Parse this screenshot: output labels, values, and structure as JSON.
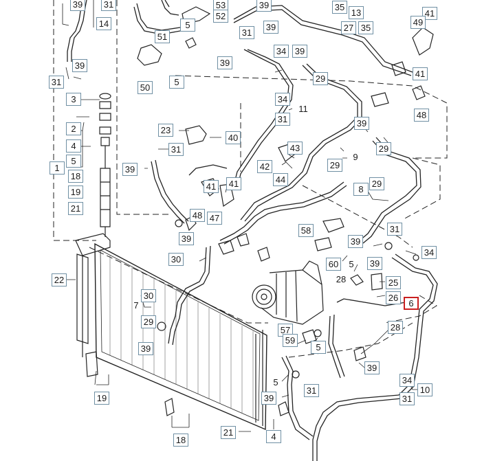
{
  "diagram": {
    "colors": {
      "line": "#222222",
      "callout_border": "#6f8fa3",
      "highlight": "#c91f1f"
    },
    "callouts": [
      {
        "id": "c1",
        "text": "39"
      },
      {
        "id": "c2",
        "text": "31"
      },
      {
        "id": "c3",
        "text": "14"
      },
      {
        "id": "c4",
        "text": "53"
      },
      {
        "id": "c5",
        "text": "52"
      },
      {
        "id": "c6",
        "text": "39"
      },
      {
        "id": "c7",
        "text": "39"
      },
      {
        "id": "c8",
        "text": "35"
      },
      {
        "id": "c9",
        "text": "13"
      },
      {
        "id": "c10",
        "text": "27"
      },
      {
        "id": "c11",
        "text": "35"
      },
      {
        "id": "c12",
        "text": "41"
      },
      {
        "id": "c13",
        "text": "49"
      },
      {
        "id": "c14",
        "text": "5"
      },
      {
        "id": "c15",
        "text": "51"
      },
      {
        "id": "c16",
        "text": "31"
      },
      {
        "id": "c17",
        "text": "34"
      },
      {
        "id": "c18",
        "text": "39"
      },
      {
        "id": "c19",
        "text": "39"
      },
      {
        "id": "c20",
        "text": "29"
      },
      {
        "id": "c21",
        "text": "41"
      },
      {
        "id": "c22",
        "text": "39"
      },
      {
        "id": "c23",
        "text": "31"
      },
      {
        "id": "c24",
        "text": "50"
      },
      {
        "id": "c25",
        "text": "5"
      },
      {
        "id": "c26",
        "text": "48"
      },
      {
        "id": "c27",
        "text": "3"
      },
      {
        "id": "c28",
        "text": "34"
      },
      {
        "id": "c29",
        "text": "11"
      },
      {
        "id": "c30",
        "text": "31"
      },
      {
        "id": "c31",
        "text": "2"
      },
      {
        "id": "c32",
        "text": "23"
      },
      {
        "id": "c33",
        "text": "40"
      },
      {
        "id": "c34",
        "text": "39"
      },
      {
        "id": "c35",
        "text": "29"
      },
      {
        "id": "c36",
        "text": "4"
      },
      {
        "id": "c37",
        "text": "31"
      },
      {
        "id": "c38",
        "text": "43"
      },
      {
        "id": "c39",
        "text": "5"
      },
      {
        "id": "c40",
        "text": "42"
      },
      {
        "id": "c41",
        "text": "9"
      },
      {
        "id": "c42",
        "text": "1"
      },
      {
        "id": "c43",
        "text": "39"
      },
      {
        "id": "c44",
        "text": "29"
      },
      {
        "id": "c45",
        "text": "18"
      },
      {
        "id": "c46",
        "text": "44"
      },
      {
        "id": "c47",
        "text": "41"
      },
      {
        "id": "c48",
        "text": "41"
      },
      {
        "id": "c49",
        "text": "29"
      },
      {
        "id": "c50",
        "text": "19"
      },
      {
        "id": "c51",
        "text": "8"
      },
      {
        "id": "c52",
        "text": "21"
      },
      {
        "id": "c53",
        "text": "48"
      },
      {
        "id": "c54",
        "text": "47"
      },
      {
        "id": "c55",
        "text": "58"
      },
      {
        "id": "c56",
        "text": "31"
      },
      {
        "id": "c57",
        "text": "39"
      },
      {
        "id": "c58",
        "text": "39"
      },
      {
        "id": "c59",
        "text": "34"
      },
      {
        "id": "c60",
        "text": "30"
      },
      {
        "id": "c61",
        "text": "60"
      },
      {
        "id": "c62",
        "text": "5"
      },
      {
        "id": "c63",
        "text": "39"
      },
      {
        "id": "c64",
        "text": "22"
      },
      {
        "id": "c65",
        "text": "28"
      },
      {
        "id": "c66",
        "text": "25"
      },
      {
        "id": "c67",
        "text": "30"
      },
      {
        "id": "c68",
        "text": "7"
      },
      {
        "id": "c69",
        "text": "26"
      },
      {
        "id": "c70",
        "text": "6"
      },
      {
        "id": "c71",
        "text": "29"
      },
      {
        "id": "c72",
        "text": "57"
      },
      {
        "id": "c73",
        "text": "28"
      },
      {
        "id": "c74",
        "text": "59"
      },
      {
        "id": "c75",
        "text": "39"
      },
      {
        "id": "c76",
        "text": "5"
      },
      {
        "id": "c77",
        "text": "39"
      },
      {
        "id": "c78",
        "text": "5"
      },
      {
        "id": "c79",
        "text": "34"
      },
      {
        "id": "c80",
        "text": "10"
      },
      {
        "id": "c81",
        "text": "31"
      },
      {
        "id": "c82",
        "text": "19"
      },
      {
        "id": "c83",
        "text": "39"
      },
      {
        "id": "c84",
        "text": "31"
      },
      {
        "id": "c85",
        "text": "21"
      },
      {
        "id": "c86",
        "text": "4"
      },
      {
        "id": "c87",
        "text": "18"
      }
    ]
  }
}
